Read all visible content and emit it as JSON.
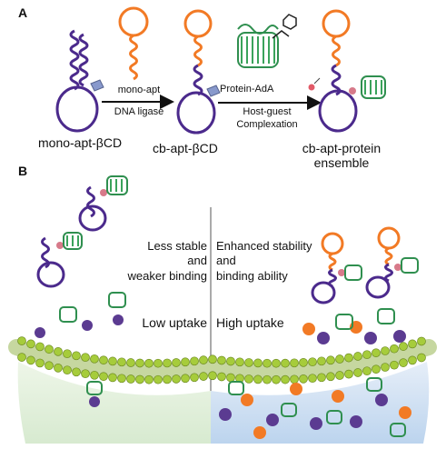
{
  "panel_a": {
    "label": "A",
    "arrow1_top": "mono-apt",
    "arrow1_bottom": "DNA ligase",
    "arrow2_top": "Protein-AdA",
    "arrow2_bottom_line1": "Host-guest",
    "arrow2_bottom_line2": "Complexation",
    "species1": "mono-apt-βCD",
    "species2": "cb-apt-βCD",
    "species3_line1": "cb-apt-protein",
    "species3_line2": "ensemble"
  },
  "panel_b": {
    "label": "B",
    "left_line1": "Less stable",
    "left_line2": "and",
    "left_line3": "weaker binding",
    "right_line1": "Enhanced stability",
    "right_line2": "and",
    "right_line3": "binding ability",
    "left_uptake": "Low uptake",
    "right_uptake": "High uptake"
  },
  "colors": {
    "aptamer_purple": "#4b2a8c",
    "loop_orange": "#f27a25",
    "protein_green": "#2f8f4f",
    "membrane_head": "#a6cc3b",
    "cell_left_fill": "#e3f0dc",
    "cell_right_fill": "#cfe0f2",
    "cargo_purple": "#5b3b91",
    "cargo_orange": "#f27a25"
  }
}
